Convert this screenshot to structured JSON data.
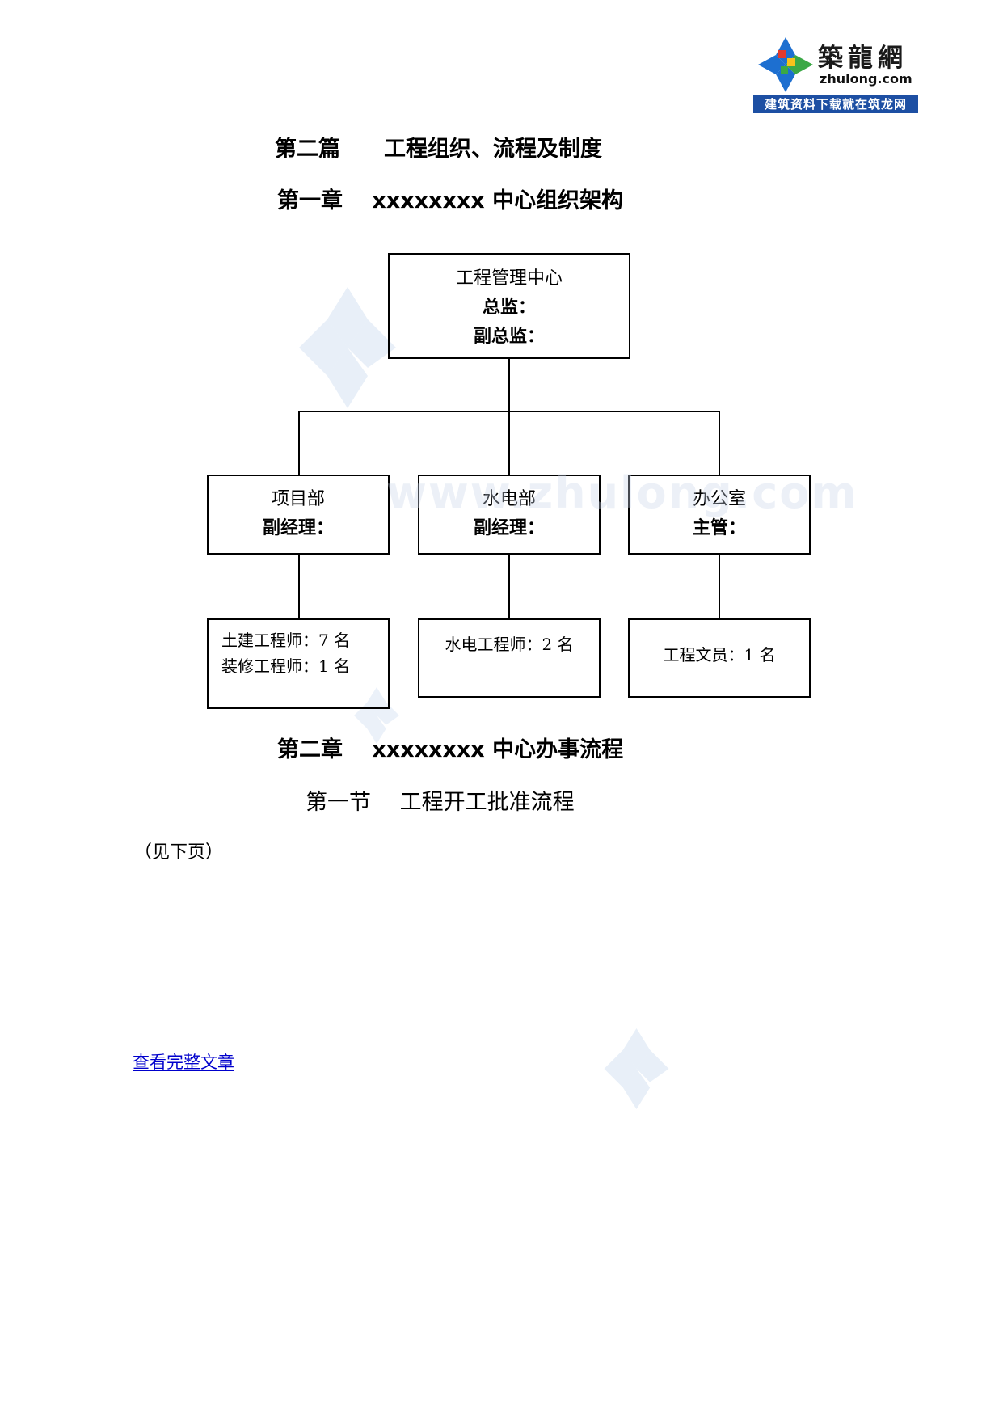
{
  "logo": {
    "name_cn": "築龍網",
    "domain": "zhulong.com",
    "slogan": "建筑资料下载就在筑龙网",
    "colors": {
      "bar": "#1d4fa3",
      "blue": "#1d6fd0",
      "red": "#e23a2e",
      "yellow": "#f7c21b",
      "green": "#3aa845"
    }
  },
  "headings": {
    "part": "第二篇　　工程组织、流程及制度",
    "chapter1": "第一章　 xxxxxxxx 中心组织架构",
    "chapter2": "第二章　 xxxxxxxx 中心办事流程",
    "section1": "第一节　 工程开工批准流程"
  },
  "org_chart": {
    "root": {
      "title": "工程管理中心",
      "roles": [
        "总监：",
        "副总监："
      ]
    },
    "departments": [
      {
        "title": "项目部",
        "role": "副经理：",
        "staff": [
          "土建工程师：7 名",
          "装修工程师：1 名"
        ]
      },
      {
        "title": "水电部",
        "role": "副经理：",
        "staff": [
          "水电工程师：2 名"
        ]
      },
      {
        "title": "办公室",
        "role": "主管：",
        "staff": [
          "工程文员：1 名"
        ]
      }
    ]
  },
  "note": "（见下页）",
  "link_text": "查看完整文章",
  "watermark": "www.zhulong.com"
}
